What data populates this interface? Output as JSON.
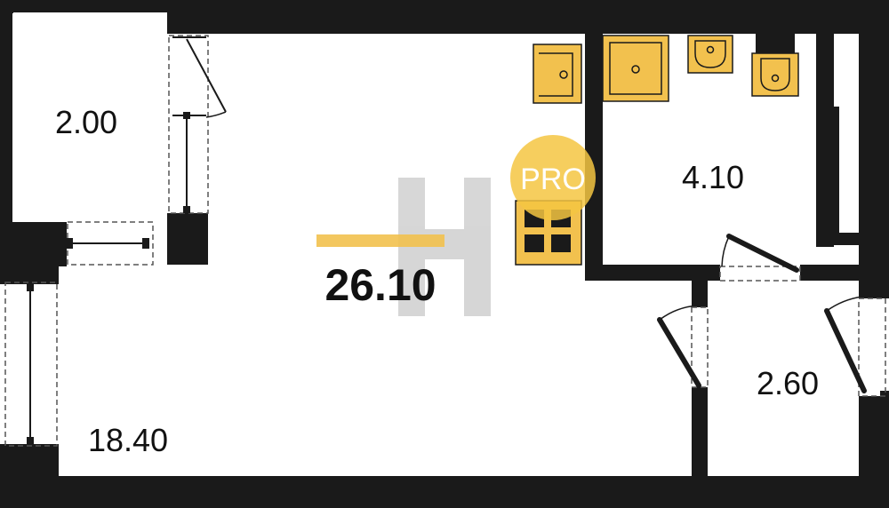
{
  "plan": {
    "total_area": "26.10",
    "rooms": {
      "balcony": "2.00",
      "main_room": "18.40",
      "bathroom": "4.10",
      "hallway": "2.60"
    },
    "badge": "PRO",
    "colors": {
      "wall": "#1a1a1a",
      "fixture": "#f2c14e",
      "fixture_dark": "#f0b83a",
      "badge": "#f5c542",
      "watermark": "#c9c9c9"
    }
  }
}
